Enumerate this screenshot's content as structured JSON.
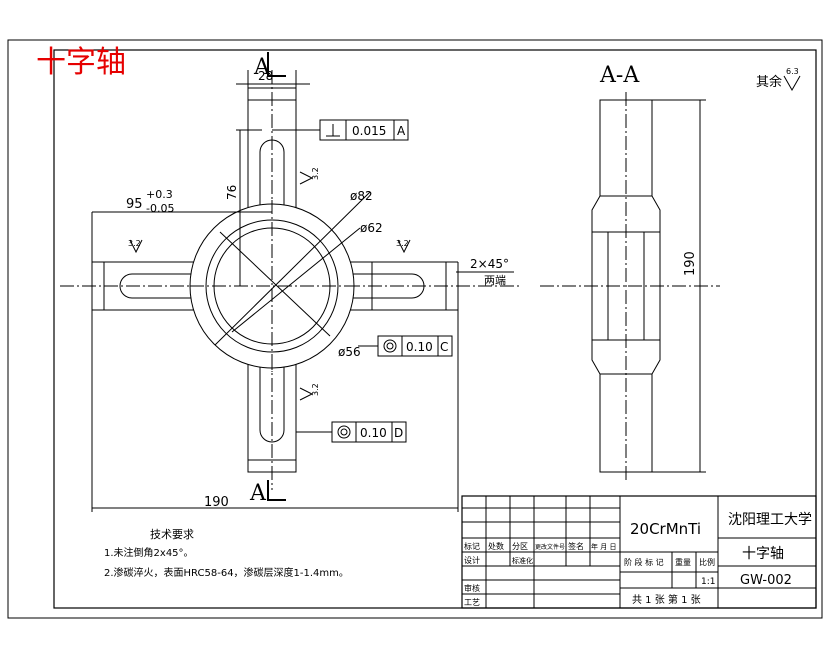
{
  "drawing": {
    "title_red": "十字轴",
    "section_label": "A-A",
    "section_mark_top": "A",
    "section_mark_bottom": "A",
    "surface_rest_label": "其余",
    "surface_rest_value": "6.3",
    "dimensions": {
      "width_28": "28",
      "height_76": "76",
      "arm_95": "95",
      "tol_plus": "+0.3",
      "tol_minus": "-0.05",
      "dia_82": "ø82",
      "dia_62": "ø62",
      "dia_56": "ø56",
      "chamfer": "2×45°",
      "both_ends": "两端",
      "total_190_bottom": "190",
      "total_190_side": "190"
    },
    "roughness": {
      "r32_top": "3.2",
      "r32_bottom": "3.2",
      "r32_left": "3.2",
      "r32_right": "3.2"
    },
    "tolerance_frames": {
      "perp_value": "0.015",
      "perp_datum": "A",
      "conc_c_value": "0.10",
      "conc_c_datum": "C",
      "conc_d_value": "0.10",
      "conc_d_datum": "D"
    },
    "tech_requirements": {
      "heading": "技术要求",
      "item1": "1.未注倒角2x45°。",
      "item2": "2.渗碳淬火，表面HRC58-64，渗碳层深度1-1.4mm。"
    }
  },
  "title_block": {
    "material": "20CrMnTi",
    "school": "沈阳理工大学",
    "part_name": "十字轴",
    "drawing_no": "GW-002",
    "scale": "1:1",
    "sheets": "共 1 张  第 1 张",
    "row_labels": {
      "mark": "标记",
      "count": "处数",
      "zone": "分区",
      "change_doc": "更改文件号",
      "sign": "签名",
      "date": "年 月 日",
      "design": "设计",
      "standard": "标准化",
      "review": "审核",
      "process": "工艺",
      "stage_mark": "阶 段 标 记",
      "weight": "重量",
      "ratio": "比例"
    }
  }
}
